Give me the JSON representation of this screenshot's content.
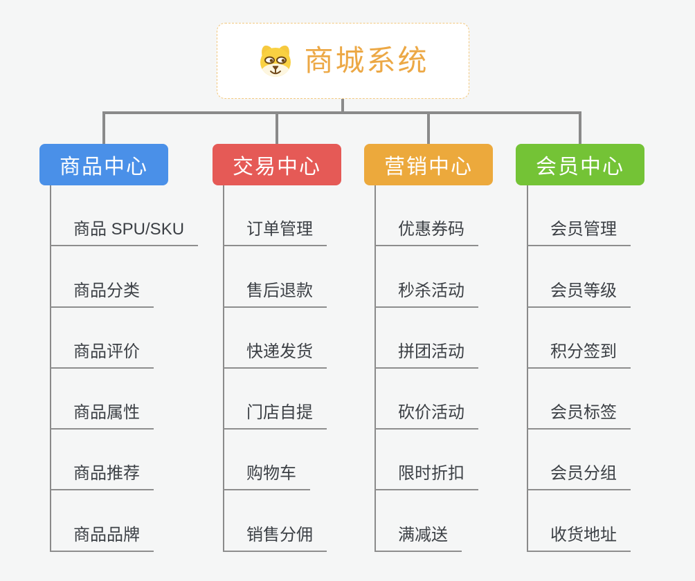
{
  "colors": {
    "page_bg": "#f5f6f6",
    "connector": "#8a8a8a",
    "underline": "#8d8d8d",
    "child_text": "#3c4045",
    "root_text": "#eca845",
    "root_border": "#f2c77d"
  },
  "root": {
    "label": "商城系统",
    "icon": "dog-face-icon"
  },
  "branches": [
    {
      "label": "商品中心",
      "color": "#4a90e8",
      "children": [
        "商品 SPU/SKU",
        "商品分类",
        "商品评价",
        "商品属性",
        "商品推荐",
        "商品品牌"
      ]
    },
    {
      "label": "交易中心",
      "color": "#e55a56",
      "children": [
        "订单管理",
        "售后退款",
        "快递发货",
        "门店自提",
        "购物车",
        "销售分佣"
      ]
    },
    {
      "label": "营销中心",
      "color": "#eca93c",
      "children": [
        "优惠券码",
        "秒杀活动",
        "拼团活动",
        "砍价活动",
        "限时折扣",
        "满减送"
      ]
    },
    {
      "label": "会员中心",
      "color": "#74c336",
      "children": [
        "会员管理",
        "会员等级",
        "积分签到",
        "会员标签",
        "会员分组",
        "收货地址"
      ]
    }
  ]
}
